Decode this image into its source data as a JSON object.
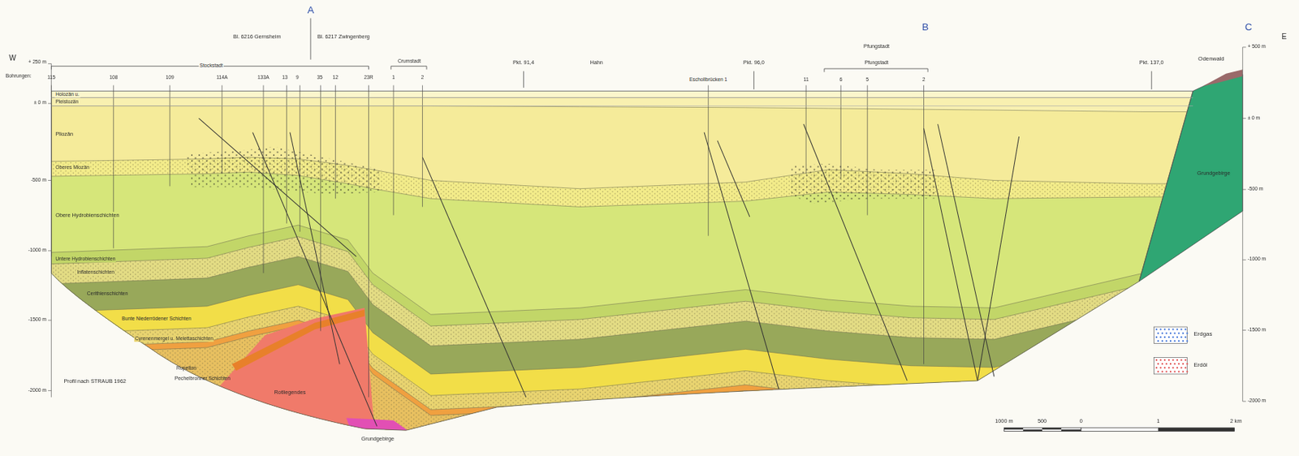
{
  "diagram": {
    "labels": [
      "W",
      "E",
      "A",
      "Bl. 6216 Gernsheim",
      "Bl. 6217 Zwingenberg",
      "B",
      "Pfungstadt",
      "C",
      "+ 250 m",
      "Bohrungen:",
      "115",
      "108",
      "109",
      "114A",
      "133A",
      "13",
      "9",
      "35",
      "12",
      "23R",
      "1",
      "2",
      "Stockstadt",
      "Crumstadt",
      "Pkt. 91,4",
      "Hahn",
      "Eschollbrücken 1",
      "Pkt. 96,0",
      "Pfungstadt",
      "11",
      "6",
      "5",
      "2",
      "Pkt. 137,0",
      "Odenwald",
      "+ 500 m",
      "± 0 m",
      "-500 m",
      "-1000 m",
      "-1500 m",
      "-2000 m",
      "± 0 m",
      "-500 m",
      "-1000 m",
      "-1500 m",
      "-2000 m",
      "Holozän u.",
      "Pleistozän",
      "Pliozän",
      "Oberes Miozän",
      "Obere Hydrobienschichten",
      "Untere Hydrobienschichten",
      "Inflatenschichten",
      "Cerithienschichten",
      "Bunte Niederrödener Schichten",
      "Cyrenenmergel u. Melettaschichten",
      "Rupelton",
      "Pechelbronner Schichten",
      "Rotliegendes",
      "Grundgebirge",
      "Grundgebirge",
      "Profil nach STRAUB 1962",
      "1000 m",
      "500",
      "0",
      "1",
      "2 km"
    ],
    "legend": [
      {
        "text": "Erdgas",
        "color": "#3a6fd8"
      },
      {
        "text": "Erdöl",
        "color": "#e04848"
      }
    ]
  }
}
